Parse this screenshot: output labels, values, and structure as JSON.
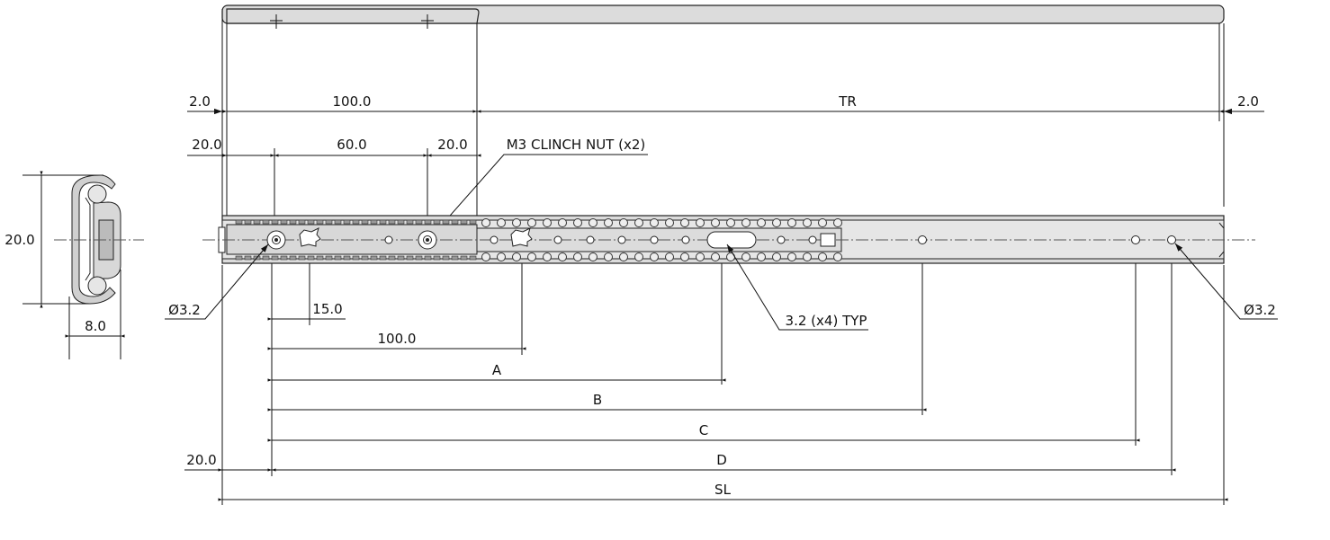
{
  "drawing": {
    "top_view": {
      "dim_left_margin": "2.0",
      "dim_front_section": "100.0",
      "dim_travel": "TR",
      "dim_right_margin": "2.0",
      "dim_first_offset": "20.0",
      "dim_nut_spacing": "60.0",
      "dim_nut_end": "20.0",
      "clinch_nut_note": "M3 CLINCH NUT (x2)"
    },
    "side_view": {
      "hole_left_note": "Ø3.2",
      "dim_slot_offset": "15.0",
      "dim_second_slot": "100.0",
      "slot_note": "3.2 (x4) TYP",
      "hole_right_note": "Ø3.2",
      "dim_a": "A",
      "dim_b": "B",
      "dim_c": "C",
      "dim_d": "D",
      "dim_end_offset": "20.0",
      "dim_sl": "SL"
    },
    "cross_section": {
      "height": "20.0",
      "width": "8.0"
    }
  }
}
